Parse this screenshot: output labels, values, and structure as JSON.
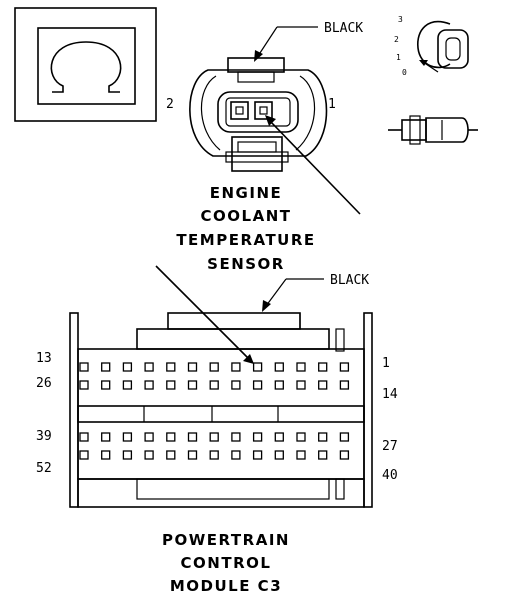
{
  "sensor": {
    "wire_color": "BLACK",
    "pin_left": "2",
    "pin_right": "1",
    "title_lines": [
      "ENGINE",
      "COOLANT",
      "TEMPERATURE",
      "SENSOR"
    ]
  },
  "key_icon": {
    "positions": [
      "3",
      "2",
      "1",
      "0"
    ]
  },
  "module": {
    "wire_color": "BLACK",
    "row_labels_left": [
      "13",
      "26",
      "39",
      "52"
    ],
    "row_labels_right": [
      "1",
      "14",
      "27",
      "40"
    ],
    "pins_per_row": 13,
    "title_lines": [
      "POWERTRAIN",
      "CONTROL",
      "MODULE C3"
    ]
  }
}
